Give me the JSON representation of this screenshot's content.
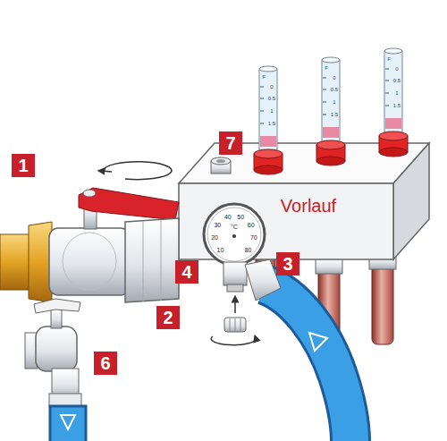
{
  "diagram": {
    "labels": [
      "1",
      "7",
      "Vorlauf",
      "4",
      "3",
      "2",
      "6",
      "10",
      "20",
      "30",
      "40",
      "50",
      "60",
      "70",
      "80",
      "°C",
      "F",
      "0",
      "0.5",
      "1",
      "1.5",
      "F",
      "0",
      "0.5",
      "1",
      "1.5",
      "F",
      "0",
      "0.5",
      "1",
      "1.5"
    ]
  }
}
